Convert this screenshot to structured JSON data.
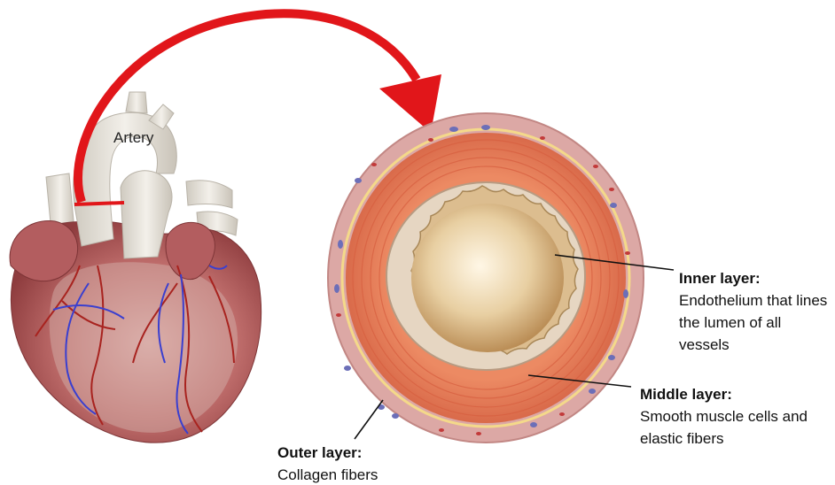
{
  "figure": {
    "artery_label": "Artery",
    "layers": {
      "inner": {
        "title": "Inner layer:",
        "description": "Endothelium that lines the lumen of all vessels"
      },
      "middle": {
        "title": "Middle layer:",
        "description": "Smooth muscle cells and elastic fibers"
      },
      "outer": {
        "title": "Outer layer:",
        "description": "Collagen fibers"
      }
    },
    "colors": {
      "arrow": "#e1161a",
      "outer_layer": "#dba6a4",
      "middle_layer": "#e0714f",
      "inner_layer": "#d9b98a",
      "lumen": "#c9a06a",
      "heart": "#b8585a",
      "aorta": "#e9e5dc",
      "veins": "#3a3fcf",
      "arteries": "#b0231e"
    }
  }
}
